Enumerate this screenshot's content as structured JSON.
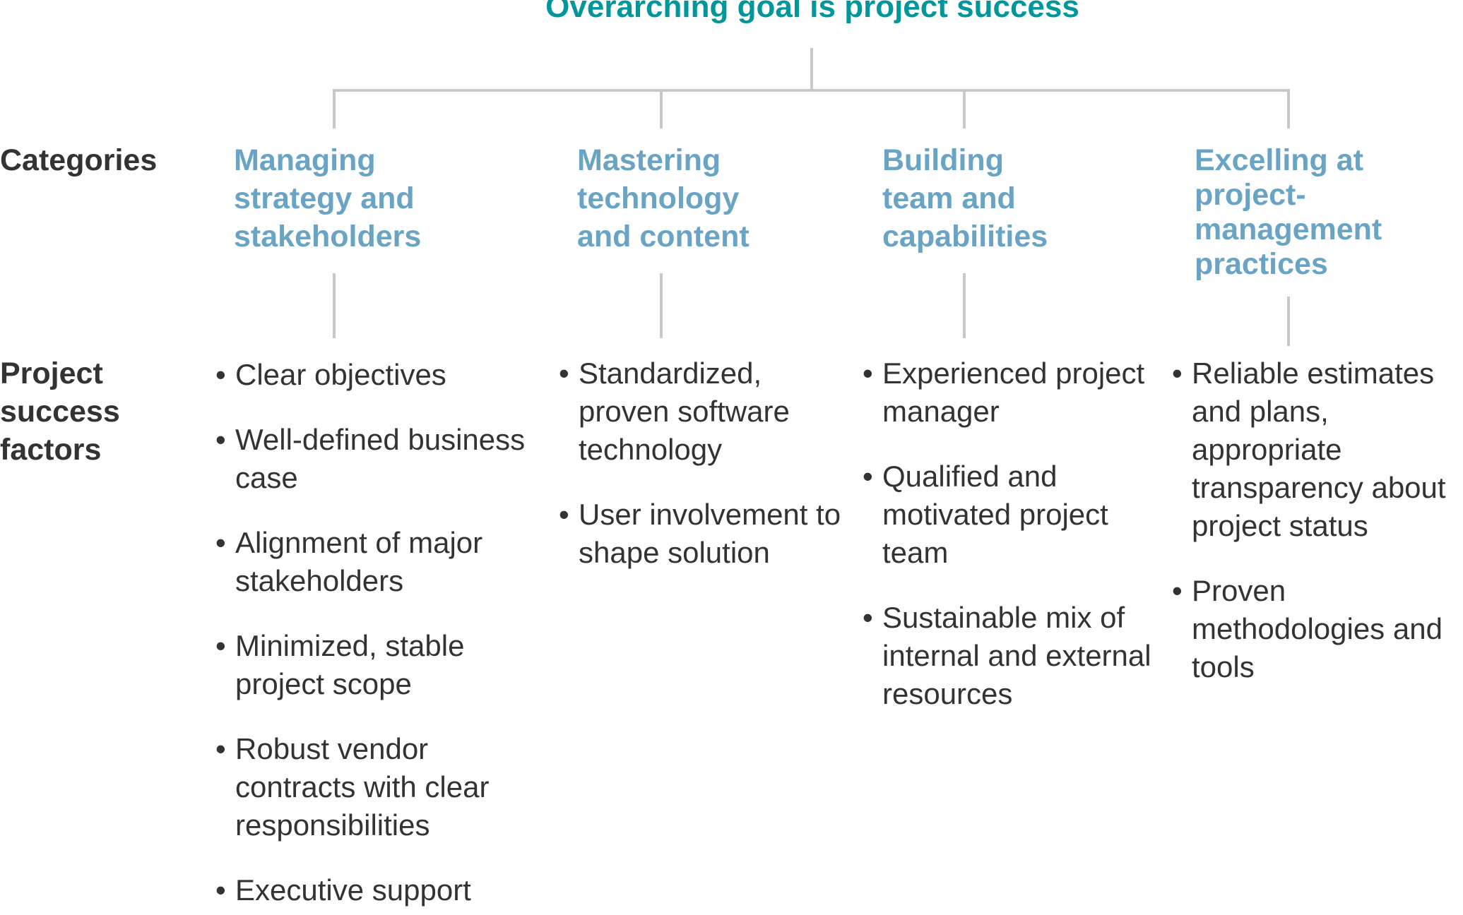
{
  "goal": {
    "title": "Overarching goal is project success"
  },
  "row_labels": {
    "categories": "Categories",
    "factors": "Project success factors"
  },
  "bullet_glyph": "•",
  "columns": [
    {
      "category": "Managing strategy and stakeholders",
      "factors": [
        "Clear objectives",
        "Well-defined business case",
        "Alignment of major stakeholders",
        "Minimized, stable project scope",
        "Robust vendor contracts with clear responsibilities",
        "Executive support"
      ]
    },
    {
      "category": "Mastering technology and content",
      "factors": [
        "Standardized, proven software technology",
        "User involvement to shape solution"
      ]
    },
    {
      "category": "Building team and capabilities",
      "factors": [
        "Experienced project manager",
        "Qualified and motivated project team",
        "Sustainable mix of internal and external resources"
      ]
    },
    {
      "category": "Excelling at project-management practices",
      "factors": [
        "Reliable estimates and plans, appropriate transparency about project status",
        "Proven methodologies and tools"
      ]
    }
  ],
  "colors": {
    "goal": "#00969b",
    "category": "#6aa4c4",
    "text": "#333333",
    "connector": "#c8c8c8"
  }
}
